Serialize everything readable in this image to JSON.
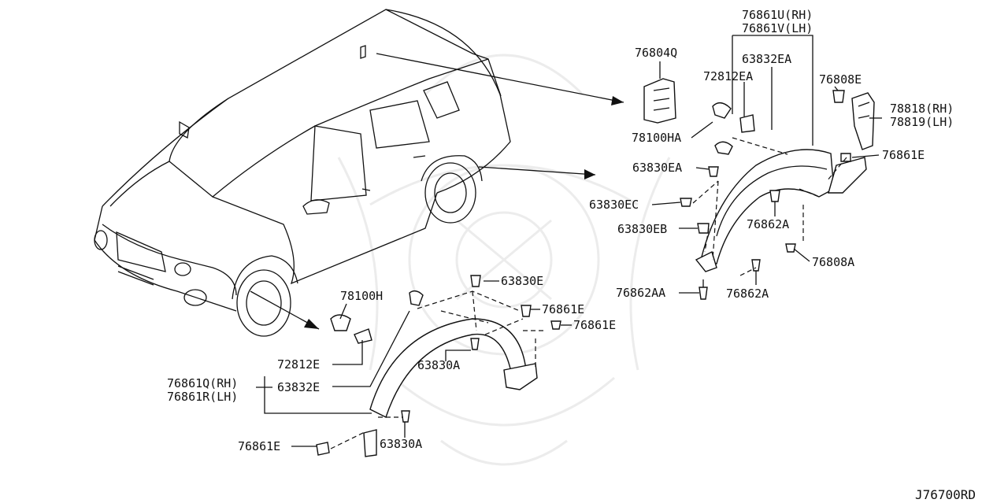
{
  "diagram": {
    "reference_code": "J76700RD",
    "labels": {
      "p76861U": "76861U(RH)",
      "p76861V": "76861V(LH)",
      "p76804Q": "76804Q",
      "p63832EA": "63832EA",
      "p72812EA": "72812EA",
      "p76808E": "76808E",
      "p78818": "78818(RH)",
      "p78819": "78819(LH)",
      "p78100HA": "78100HA",
      "p76861E_a": "76861E",
      "p63830EA": "63830EA",
      "p63830EC": "63830EC",
      "p76862A_a": "76862A",
      "p63830EB": "63830EB",
      "p76808A": "76808A",
      "p76862AA": "76862AA",
      "p76862A_b": "76862A",
      "p63830E": "63830E",
      "p78100H": "78100H",
      "p76861E_b": "76861E",
      "p76861E_c": "76861E",
      "p72812E": "72812E",
      "p63830A_a": "63830A",
      "p76861Q": "76861Q(RH)",
      "p63832E": "63832E",
      "p76861R": "76861R(LH)",
      "p76861E_d": "76861E",
      "p63830A_b": "63830A"
    }
  }
}
